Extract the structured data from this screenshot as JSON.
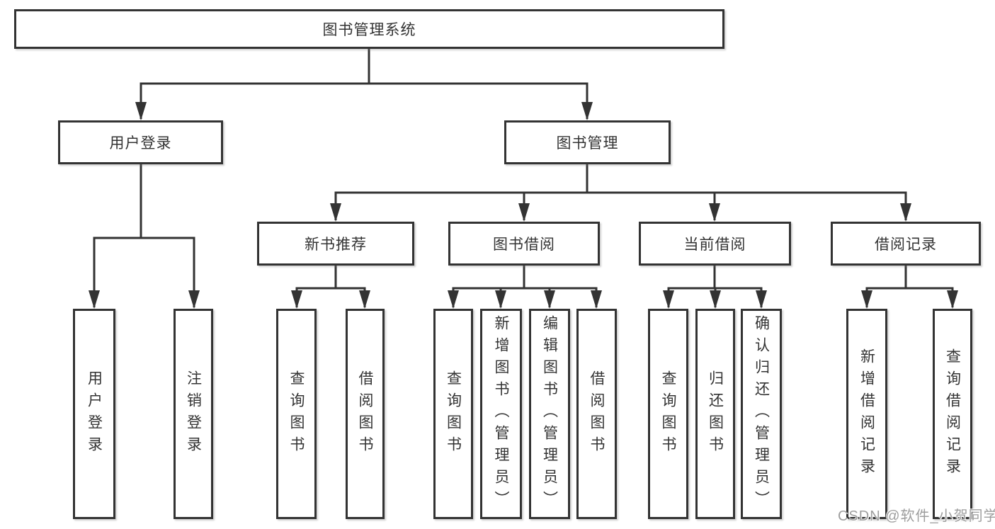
{
  "diagram": {
    "root": {
      "label": "图书管理系统"
    },
    "level2": [
      {
        "label": "用户登录"
      },
      {
        "label": "图书管理"
      }
    ],
    "level3": [
      {
        "label": "新书推荐"
      },
      {
        "label": "图书借阅"
      },
      {
        "label": "当前借阅"
      },
      {
        "label": "借阅记录"
      }
    ],
    "leaves": [
      {
        "label": "用户登录"
      },
      {
        "label": "注销登录"
      },
      {
        "label": "查询图书"
      },
      {
        "label": "借阅图书"
      },
      {
        "label": "查询图书"
      },
      {
        "label": "新增图书（管理员）"
      },
      {
        "label": "编辑图书（管理员）"
      },
      {
        "label": "借阅图书"
      },
      {
        "label": "查询图书"
      },
      {
        "label": "归还图书"
      },
      {
        "label": "确认归还（管理员）"
      },
      {
        "label": "新增借阅记录"
      },
      {
        "label": "查询借阅记录"
      }
    ],
    "watermark": "CSDN @软件_小贺同学",
    "colors": {
      "line": "#333333",
      "box_background": "#ffffff",
      "text": "#333333",
      "watermark": "#9e9e9e"
    }
  }
}
